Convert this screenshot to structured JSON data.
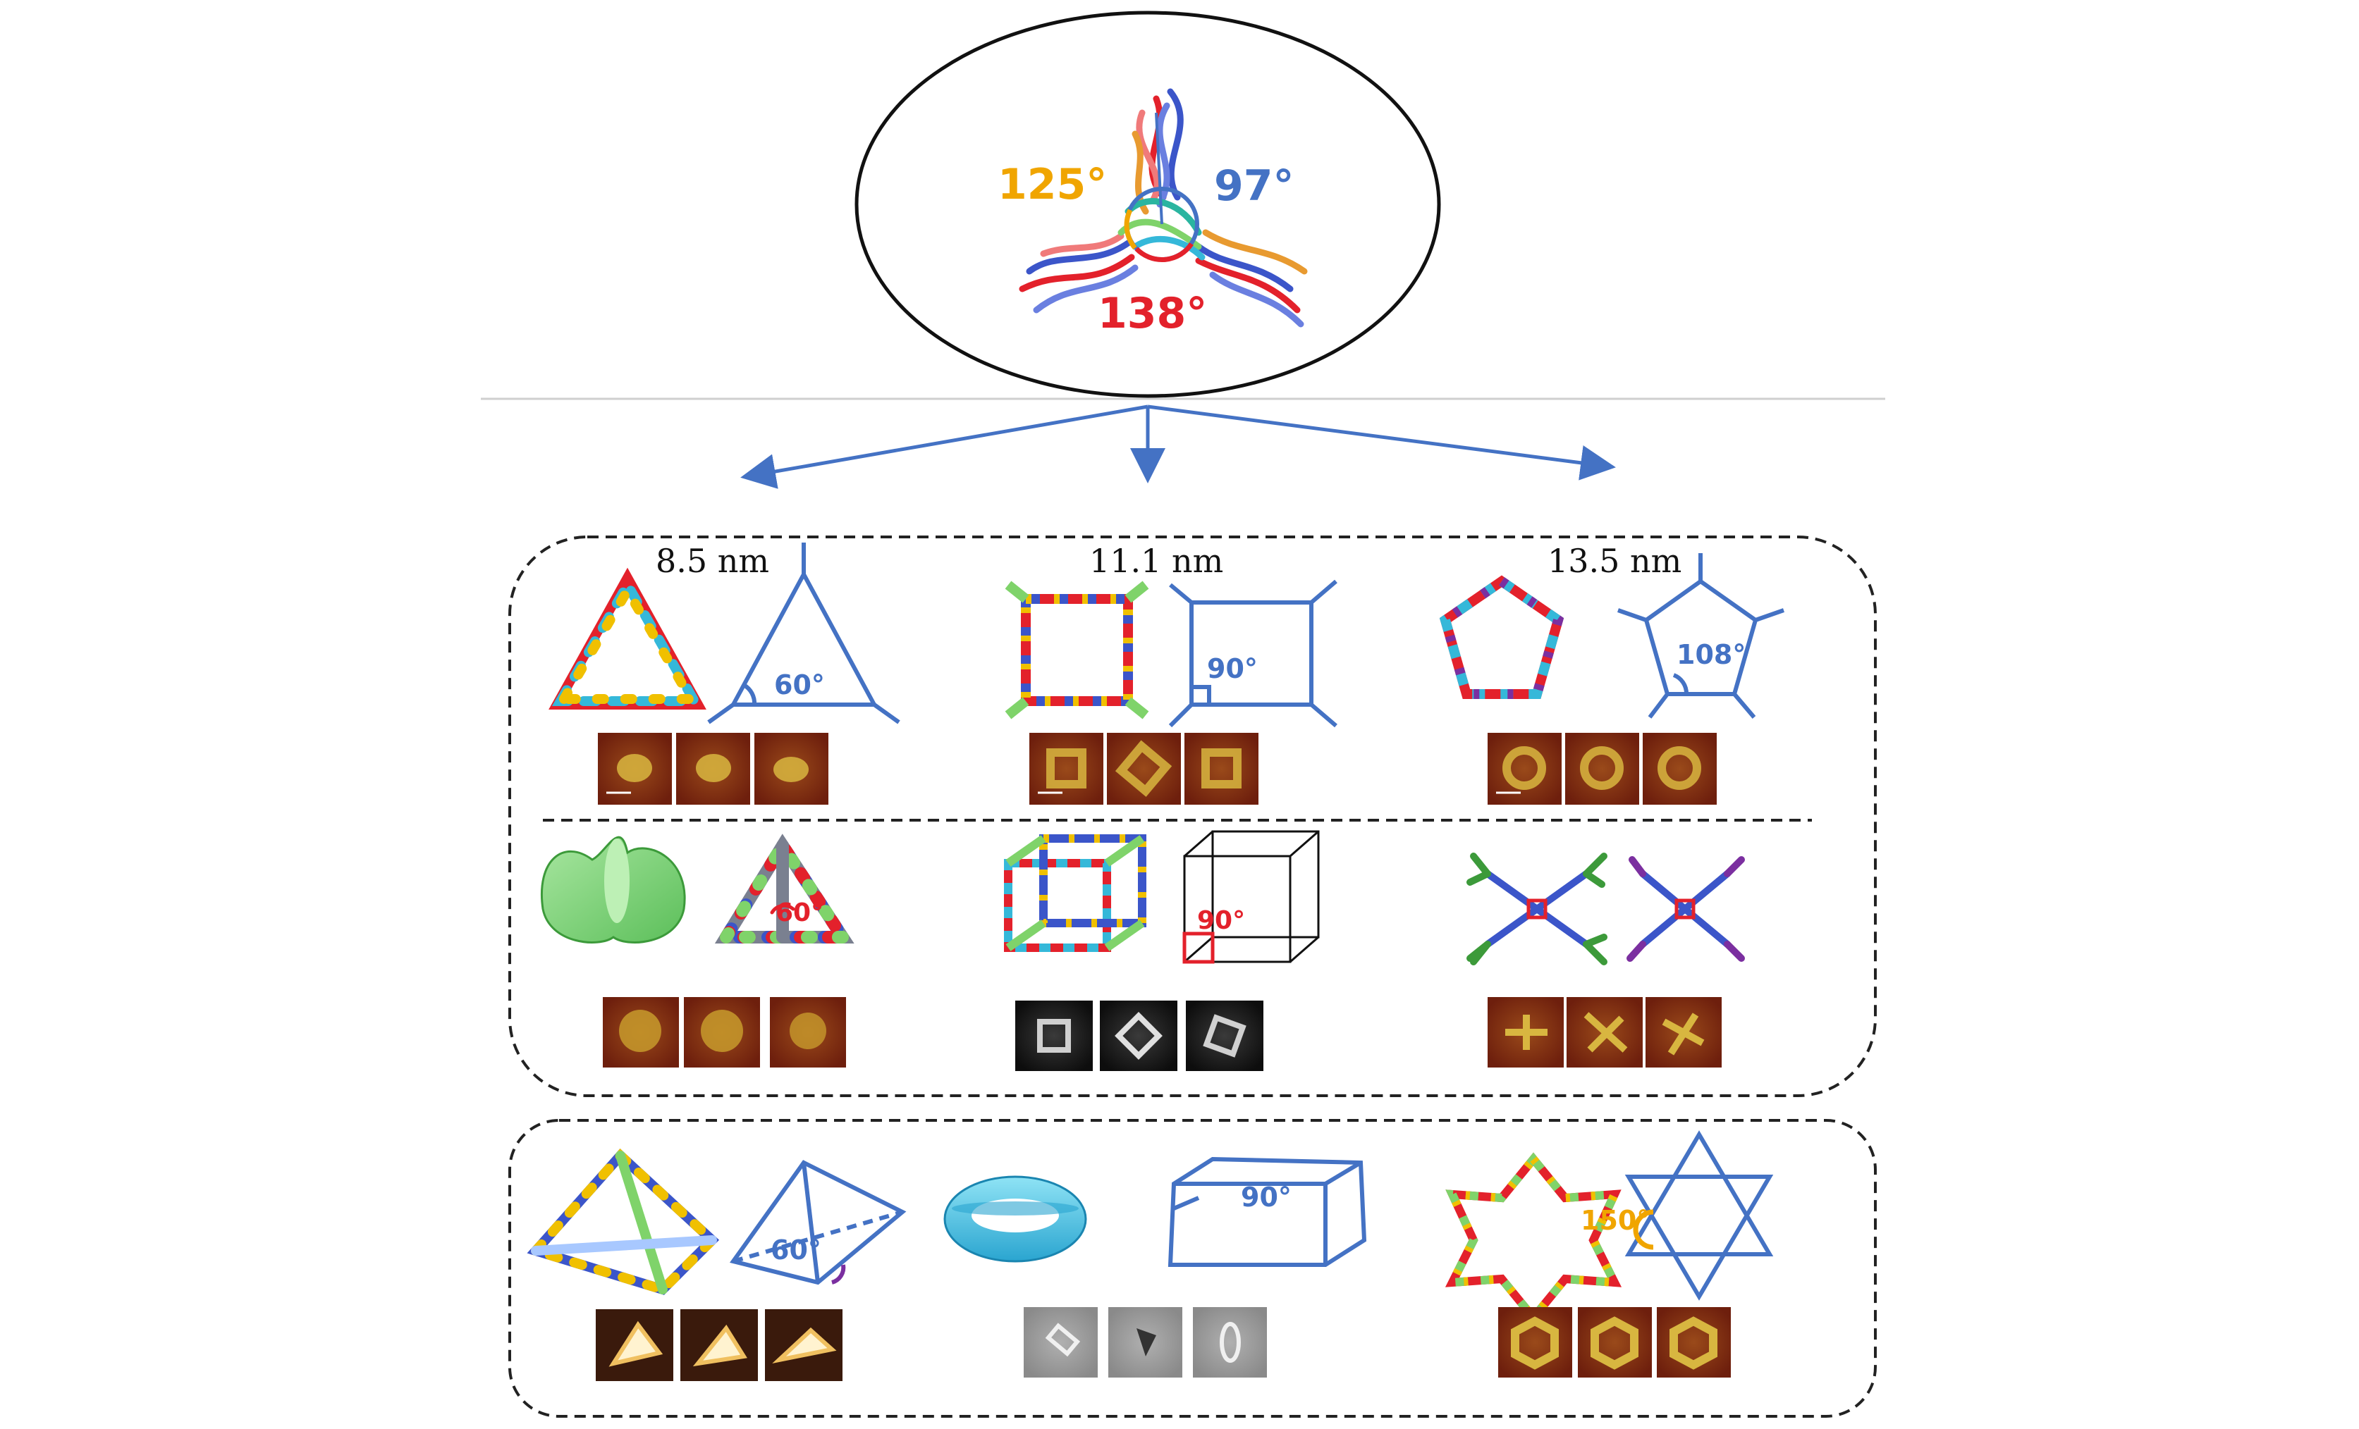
{
  "top": {
    "angle_left": "125°",
    "angle_right": "97°",
    "angle_bottom": "138°"
  },
  "columns": {
    "c1": "8.5 nm",
    "c2": "11.1 nm",
    "c3": "13.5 nm"
  },
  "angles": {
    "triangle": "60°",
    "square": "90°",
    "pentagon": "108°",
    "tetrahedron": "60°",
    "cube": "90°",
    "pyramid": "60°",
    "prism": "90°",
    "hexagram": "150°"
  },
  "colors": {
    "diagram_blue": "#4472c4",
    "orange": "#f0a500",
    "red": "#e3212b",
    "purple": "#7b2fa0",
    "afm_brown": "#7a2a10",
    "afm_gold": "#d8b640"
  }
}
